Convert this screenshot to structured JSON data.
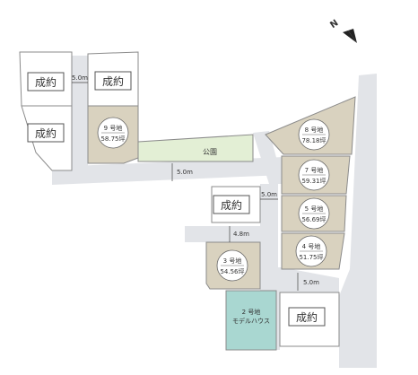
{
  "compass": {
    "letter": "N"
  },
  "sold_label": "成約",
  "park": {
    "label": "公園"
  },
  "roads": [
    {
      "width": "5.0m"
    },
    {
      "width": "5.0m"
    },
    {
      "width": "5.0m"
    },
    {
      "width": "4.8m"
    },
    {
      "width": "5.0m"
    }
  ],
  "lots": [
    {
      "number": "9 号地",
      "area": "58.75坪",
      "status": "for-sale"
    },
    {
      "number": "8 号地",
      "area": "78.18坪",
      "status": "for-sale"
    },
    {
      "number": "7 号地",
      "area": "59.31坪",
      "status": "for-sale"
    },
    {
      "number": "5 号地",
      "area": "56.69坪",
      "status": "for-sale"
    },
    {
      "number": "4 号地",
      "area": "51.75坪",
      "status": "for-sale"
    },
    {
      "number": "3 号地",
      "area": "54.56坪",
      "status": "for-sale"
    },
    {
      "number": "2 号地",
      "area": "モデルハウス",
      "status": "model-house"
    }
  ],
  "colors": {
    "road": "#e2e4e8",
    "lot_for_sale": "#d9d2bf",
    "park": "#e3efd5",
    "model_house": "#a9d7d1",
    "lot_outline": "#8b8b8b"
  }
}
